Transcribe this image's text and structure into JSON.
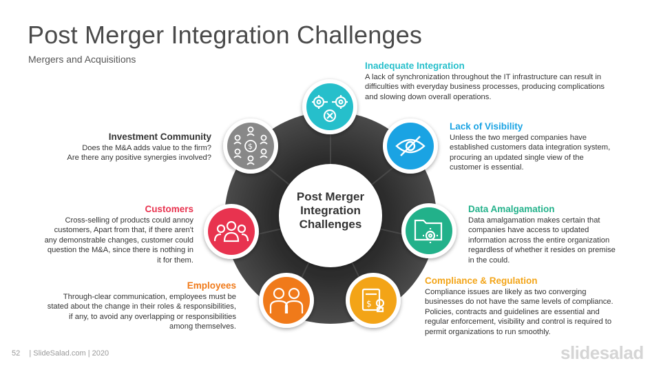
{
  "title": "Post Merger Integration Challenges",
  "subtitle": "Mergers and Acquisitions",
  "center": {
    "line1": "Post Merger",
    "line2": "Integration",
    "line3": "Challenges"
  },
  "items": [
    {
      "title": "Inadequate Integration",
      "color": "#26bfcb",
      "icon": "gears-icon",
      "desc": [
        "A lack of synchronization throughout the IT infrastructure can result in",
        "difficulties with everyday business processes, producing complications",
        "and slowing down overall operations."
      ]
    },
    {
      "title": "Lack of Visibility",
      "color": "#1aa3e3",
      "icon": "eye-slash-icon",
      "desc": [
        "Unless the two merged companies have",
        "established customers data integration system,",
        "procuring an updated single view of the",
        "customer is essential."
      ]
    },
    {
      "title": "Data Amalgamation",
      "color": "#22b18a",
      "icon": "folder-gear-icon",
      "desc": [
        "Data amalgamation makes certain that",
        "companies have access to updated",
        "information across the entire organization",
        "regardless of whether it resides on premise",
        "in the could."
      ]
    },
    {
      "title": "Compliance & Regulation",
      "color": "#f3a417",
      "icon": "document-stamp-icon",
      "desc": [
        "Compliance issues are likely as two converging",
        "businesses do not have the same levels of compliance.",
        "Policies, contracts and guidelines are essential and",
        "regular enforcement, visibility and control is required to",
        "permit organizations to run smoothly."
      ]
    },
    {
      "title": "Employees",
      "color": "#f07a1a",
      "icon": "employees-icon",
      "desc": [
        "Through-clear communication, employees must be",
        "stated about the change in their roles & responsibilities,",
        "if any, to avoid any overlapping or responsibilities",
        "among themselves."
      ]
    },
    {
      "title": "Customers",
      "color": "#e8334f",
      "icon": "customers-icon",
      "desc": [
        "Cross-selling of products could annoy",
        "customers, Apart from that, if there aren't",
        "any demonstrable changes, customer could",
        "question the M&A, since there is nothing in",
        "it for them."
      ]
    },
    {
      "title": "Investment Community",
      "color": "#888888",
      "icon": "investors-icon",
      "desc": [
        "Does the M&A adds value to the firm?",
        "Are there any positive synergies involved?"
      ]
    }
  ],
  "footer": {
    "page": "52",
    "text": "| SlideSalad.com | 2020",
    "brand": "slidesalad"
  }
}
